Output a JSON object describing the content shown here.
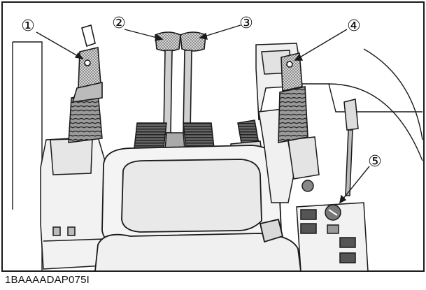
{
  "figure": {
    "figure_code": "1BAAAADAP075I",
    "callouts": [
      {
        "id": "1",
        "label": "①"
      },
      {
        "id": "2",
        "label": "②"
      },
      {
        "id": "3",
        "label": "③"
      },
      {
        "id": "4",
        "label": "④"
      },
      {
        "id": "5",
        "label": "⑤"
      }
    ],
    "colors": {
      "line": "#1a1a1a",
      "stipple": "#9a9a9a",
      "background": "#ffffff"
    }
  }
}
